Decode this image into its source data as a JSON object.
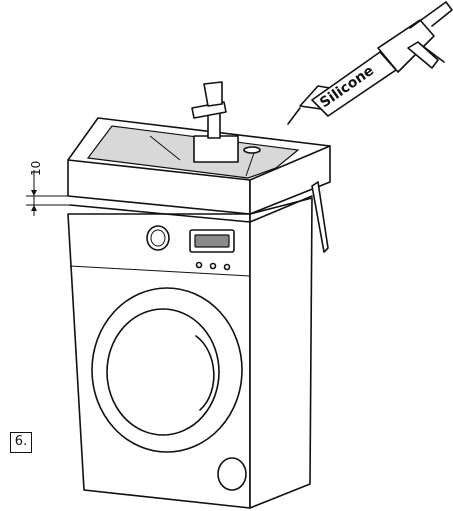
{
  "dimension": {
    "value": "10"
  },
  "sealant": {
    "label": "Silicone"
  },
  "step": {
    "number": "6."
  }
}
